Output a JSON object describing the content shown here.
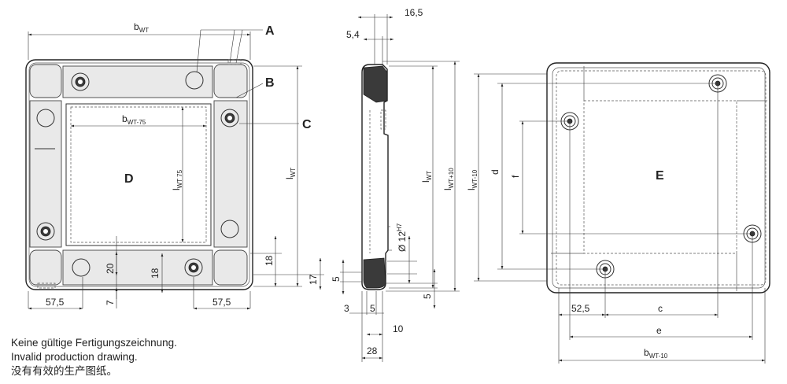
{
  "notes": [
    "Keine gültige Fertigungszeichnung.",
    "Invalid production drawing.",
    "没有有效的生产图纸。"
  ],
  "callouts": {
    "a": "A",
    "b": "B",
    "c": "C",
    "d": "D",
    "e": "E"
  },
  "front_view": {
    "width_label": {
      "base": "b",
      "sub": "WT"
    },
    "inner_width_label": {
      "base": "b",
      "sub": "WT-75"
    },
    "inner_length_label": {
      "base": "l",
      "sub": "WT 75"
    },
    "length_label": {
      "base": "l",
      "sub": "WT"
    },
    "dim_57_5_left": "57,5",
    "dim_57_5_right": "57,5",
    "dim_20": "20",
    "dim_7": "7",
    "dim_18_inner": "18",
    "dim_18_outer": "18",
    "dim_17": "17"
  },
  "side_view": {
    "dim_16_5": "16,5",
    "dim_5_4": "5,4",
    "length_label": {
      "base": "l",
      "sub": "WT"
    },
    "length_plus_label": {
      "base": "l",
      "sub": "WT+10"
    },
    "bore_label": {
      "base": "Ø 12",
      "sup": "H7"
    },
    "dim_5_vert": "5",
    "dim_5_right": "5",
    "dim_3": "3",
    "dim_5_bottom": "5",
    "dim_10": "10",
    "dim_28": "28"
  },
  "plate_view": {
    "length_label": {
      "base": "l",
      "sub": "WT-10"
    },
    "dim_d": "d",
    "dim_f": "f",
    "dim_52_5": "52,5",
    "dim_c": "c",
    "dim_e": "e",
    "width_label": {
      "base": "b",
      "sub": "WT-10"
    }
  }
}
